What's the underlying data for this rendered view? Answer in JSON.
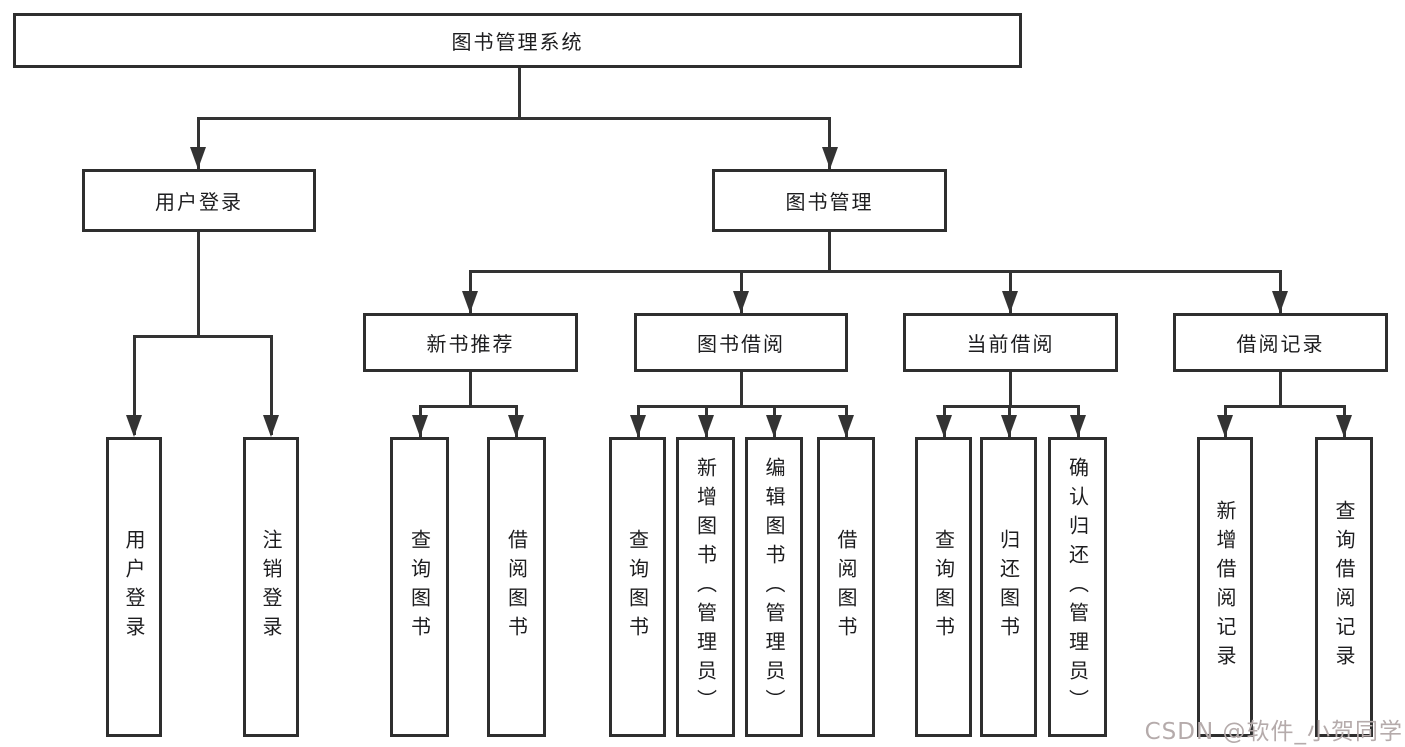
{
  "diagram": {
    "root": "图书管理系统",
    "branches": {
      "user_login": "用户登录",
      "book_mgmt": "图书管理"
    },
    "modules": {
      "new_book": "新书推荐",
      "borrow": "图书借阅",
      "current": "当前借阅",
      "records": "借阅记录"
    },
    "leaves": {
      "user_login": "用户登录",
      "logout": "注销登录",
      "query_book_1": "查询图书",
      "borrow_book_1": "借阅图书",
      "query_book_2": "查询图书",
      "add_book_admin": "新增图书（管理员）",
      "edit_book_admin": "编辑图书（管理员）",
      "borrow_book_2": "借阅图书",
      "query_book_3": "查询图书",
      "return_book": "归还图书",
      "confirm_return_admin": "确认归还（管理员）",
      "add_record": "新增借阅记录",
      "query_record": "查询借阅记录"
    }
  },
  "watermark": {
    "text": "CSDN @软件_小贺同学",
    "color": "#b5abab"
  },
  "colors": {
    "line": "#333333",
    "box_border": "#2e2e2e",
    "text": "#1d1d1f",
    "background": "#ffffff"
  }
}
